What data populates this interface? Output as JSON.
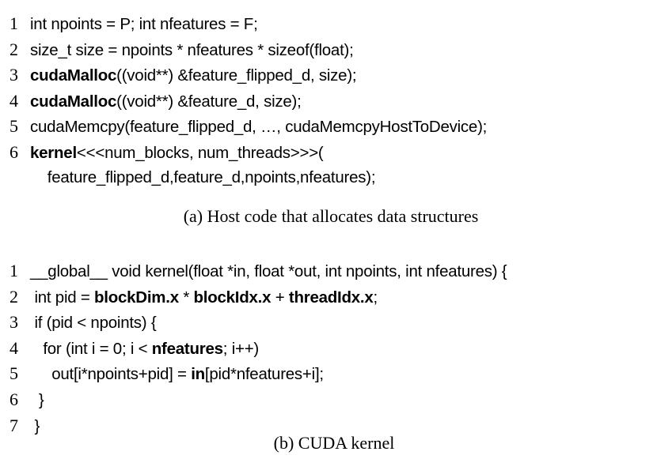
{
  "listing_a": {
    "lines": [
      {
        "no": "1",
        "segments": [
          {
            "t": "int npoints = P; int nfeatures = F;",
            "b": false
          }
        ]
      },
      {
        "no": "2",
        "segments": [
          {
            "t": "size_t size = npoints * nfeatures * sizeof(float);",
            "b": false
          }
        ]
      },
      {
        "no": "3",
        "segments": [
          {
            "t": "cudaMalloc",
            "b": true
          },
          {
            "t": "((void**) &feature_flipped_d, size);",
            "b": false
          }
        ]
      },
      {
        "no": "4",
        "segments": [
          {
            "t": "cudaMalloc",
            "b": true
          },
          {
            "t": "((void**) &feature_d, size);",
            "b": false
          }
        ]
      },
      {
        "no": "5",
        "segments": [
          {
            "t": "cudaMemcpy(feature_flipped_d, …, cudaMemcpyHostToDevice);",
            "b": false
          }
        ]
      },
      {
        "no": "6",
        "segments": [
          {
            "t": "kernel",
            "b": true
          },
          {
            "t": "<<<num_blocks, num_threads>>>(",
            "b": false
          }
        ]
      },
      {
        "no": "",
        "segments": [
          {
            "t": "    feature_flipped_d,feature_d,npoints,nfeatures);",
            "b": false
          }
        ]
      }
    ],
    "caption": "(a) Host code that allocates data structures"
  },
  "listing_b": {
    "lines": [
      {
        "no": "1",
        "segments": [
          {
            "t": "__global__ void kernel(float *in, float *out, int npoints, int nfeatures) {",
            "b": false
          }
        ]
      },
      {
        "no": "2",
        "segments": [
          {
            "t": " int pid = ",
            "b": false
          },
          {
            "t": "blockDim.x",
            "b": true
          },
          {
            "t": " * ",
            "b": false
          },
          {
            "t": "blockIdx.x",
            "b": true
          },
          {
            "t": " + ",
            "b": false
          },
          {
            "t": "threadIdx.x",
            "b": true
          },
          {
            "t": ";",
            "b": false
          }
        ]
      },
      {
        "no": "3",
        "segments": [
          {
            "t": " if (pid < npoints) {",
            "b": false
          }
        ]
      },
      {
        "no": "4",
        "segments": [
          {
            "t": "   for (int i = 0; i < ",
            "b": false
          },
          {
            "t": "nfeatures",
            "b": true
          },
          {
            "t": "; i++)",
            "b": false
          }
        ]
      },
      {
        "no": "5",
        "segments": [
          {
            "t": "     out[i*npoints+pid] = ",
            "b": false
          },
          {
            "t": "in",
            "b": true
          },
          {
            "t": "[pid*nfeatures+i];",
            "b": false
          }
        ]
      },
      {
        "no": "6",
        "segments": [
          {
            "t": "  }",
            "b": false
          }
        ]
      },
      {
        "no": "7",
        "segments": [
          {
            "t": " }",
            "b": false
          }
        ]
      }
    ],
    "caption": "(b) CUDA kernel"
  }
}
